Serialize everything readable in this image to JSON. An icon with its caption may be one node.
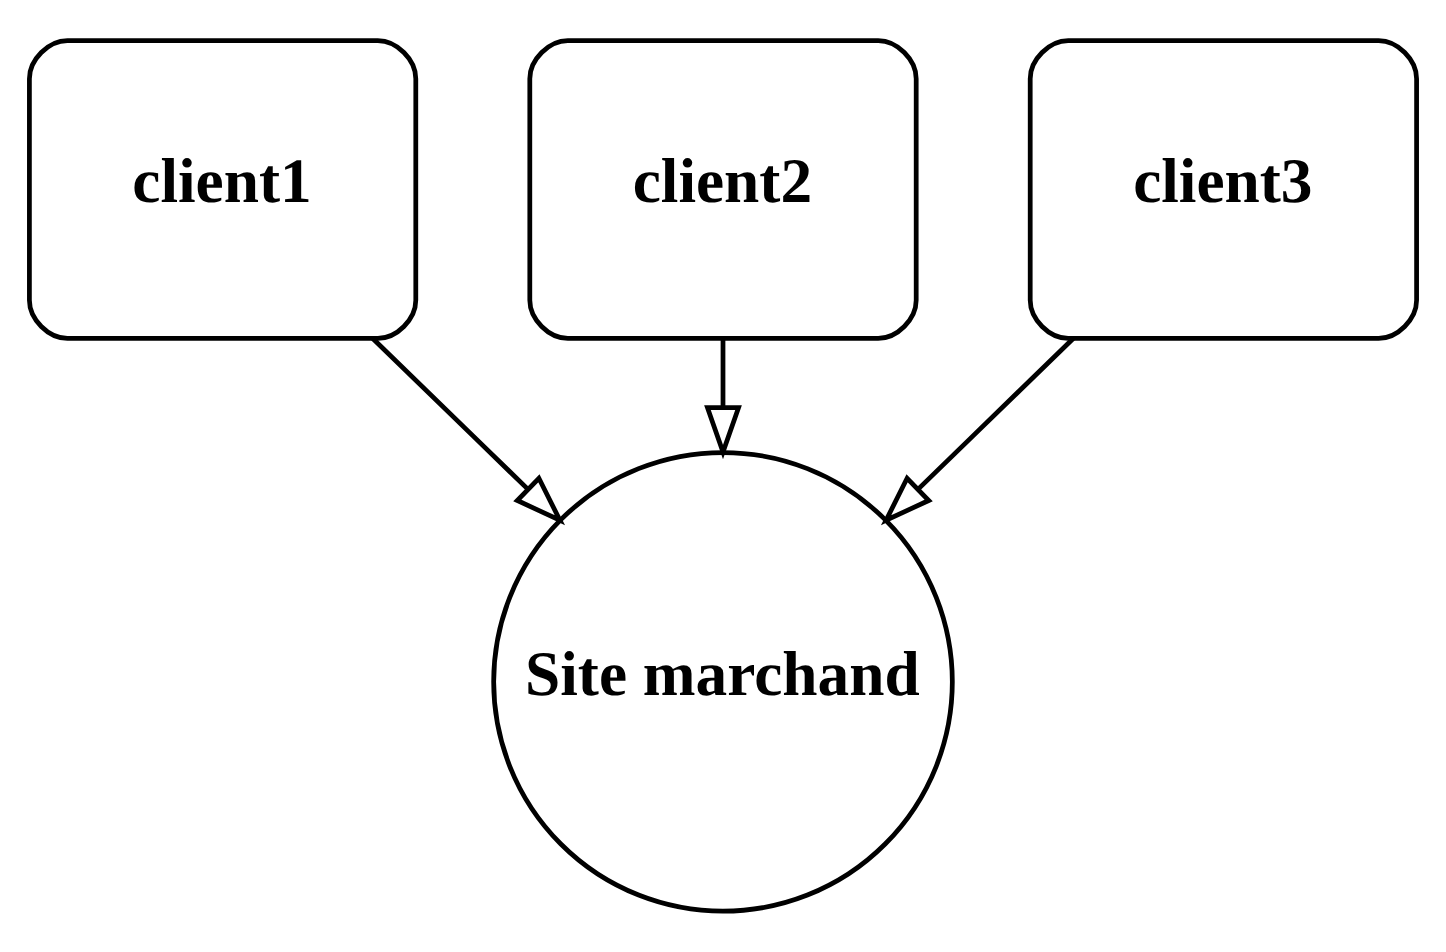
{
  "diagram": {
    "nodes": [
      {
        "text": [
          "client1"
        ]
      },
      {
        "text": [
          "client2"
        ]
      },
      {
        "text": [
          "client3"
        ]
      },
      {
        "text": [
          "Site marchand"
        ]
      }
    ],
    "edges": [
      {
        "from": 0,
        "to": 3,
        "arrow": "to"
      },
      {
        "from": 1,
        "to": 3,
        "arrow": "to"
      },
      {
        "from": 2,
        "to": 3,
        "arrow": "to"
      }
    ]
  }
}
